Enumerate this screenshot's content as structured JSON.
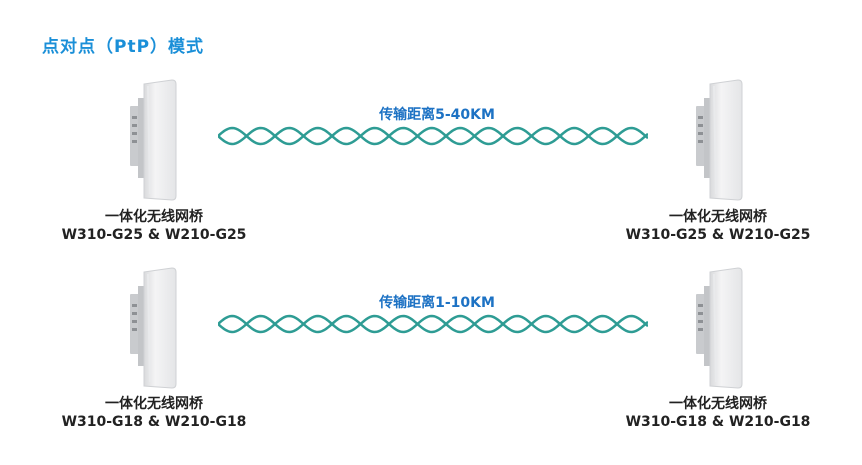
{
  "title": "点对点（PtP）模式",
  "links": [
    {
      "distance_label": "传输距离5-40KM",
      "left_device": {
        "name": "一体化无线网桥",
        "models": "W310-G25 & W210-G25"
      },
      "right_device": {
        "name": "一体化无线网桥",
        "models": "W310-G25 & W210-G25"
      }
    },
    {
      "distance_label": "传输距离1-10KM",
      "left_device": {
        "name": "一体化无线网桥",
        "models": "W310-G18 & W210-G18"
      },
      "right_device": {
        "name": "一体化无线网桥",
        "models": "W310-G18 & W210-G18"
      }
    }
  ],
  "colors": {
    "title": "#1a8fd8",
    "link_label": "#1d72c4",
    "wave": "#2e9c94"
  }
}
